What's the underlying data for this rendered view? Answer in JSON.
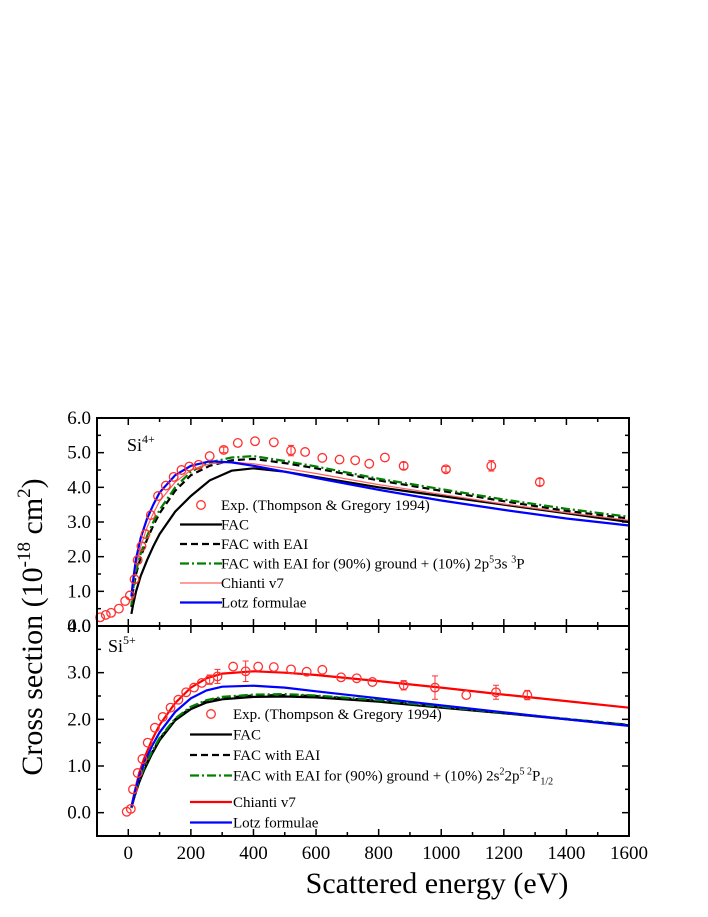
{
  "ylabel": {
    "main": "Cross section (10",
    "exp": "-18",
    "unit": " cm",
    "unit_exp": "2",
    "close": ")"
  },
  "xlabel": "Scattered energy (eV)",
  "chart_data": [
    {
      "type": "line",
      "ion_label": {
        "base": "Si",
        "charge": "4+"
      },
      "xlim": [
        -100,
        1600
      ],
      "ylim": [
        0,
        6
      ],
      "x_ticks": [
        0,
        200,
        400,
        600,
        800,
        1000,
        1200,
        1400,
        1600
      ],
      "y_ticks": [
        {
          "value": 0,
          "label": "0.0"
        },
        {
          "value": 1,
          "label": "1.0"
        },
        {
          "value": 2,
          "label": "2.0"
        },
        {
          "value": 3,
          "label": "3.0"
        },
        {
          "value": 4,
          "label": "4.0"
        },
        {
          "value": 5,
          "label": "5.0"
        },
        {
          "value": 6,
          "label": "6.0"
        }
      ],
      "experiment": {
        "label": "Exp. (Thompson & Gregory 1994)",
        "color": "#ff3030",
        "points": [
          {
            "x": -90,
            "y": 0.25
          },
          {
            "x": -72,
            "y": 0.32
          },
          {
            "x": -55,
            "y": 0.38
          },
          {
            "x": -30,
            "y": 0.5
          },
          {
            "x": -10,
            "y": 0.72
          },
          {
            "x": 5,
            "y": 0.88
          },
          {
            "x": 20,
            "y": 1.35
          },
          {
            "x": 30,
            "y": 1.9
          },
          {
            "x": 42,
            "y": 2.3
          },
          {
            "x": 55,
            "y": 2.65
          },
          {
            "x": 72,
            "y": 3.2
          },
          {
            "x": 95,
            "y": 3.75
          },
          {
            "x": 120,
            "y": 4.05
          },
          {
            "x": 145,
            "y": 4.3
          },
          {
            "x": 170,
            "y": 4.5
          },
          {
            "x": 195,
            "y": 4.6
          },
          {
            "x": 225,
            "y": 4.65
          },
          {
            "x": 260,
            "y": 4.9
          },
          {
            "x": 305,
            "y": 5.08,
            "err": 0.08
          },
          {
            "x": 350,
            "y": 5.28
          },
          {
            "x": 405,
            "y": 5.33
          },
          {
            "x": 465,
            "y": 5.3
          },
          {
            "x": 520,
            "y": 5.06,
            "err": 0.15
          },
          {
            "x": 565,
            "y": 5.02
          },
          {
            "x": 620,
            "y": 4.85
          },
          {
            "x": 675,
            "y": 4.8
          },
          {
            "x": 725,
            "y": 4.78
          },
          {
            "x": 770,
            "y": 4.68
          },
          {
            "x": 820,
            "y": 4.86
          },
          {
            "x": 880,
            "y": 4.62,
            "err": 0.1
          },
          {
            "x": 1015,
            "y": 4.52,
            "err": 0.08
          },
          {
            "x": 1160,
            "y": 4.62,
            "err": 0.15
          },
          {
            "x": 1315,
            "y": 4.15,
            "err": 0.1
          }
        ]
      },
      "series": [
        {
          "name": "FAC",
          "color": "#000000",
          "dash": "solid",
          "x": [
            10,
            15,
            25,
            40,
            60,
            80,
            100,
            150,
            200,
            260,
            330,
            400,
            500,
            600,
            800,
            1000,
            1200,
            1400,
            1600
          ],
          "y": [
            0.35,
            0.6,
            1.0,
            1.45,
            1.9,
            2.3,
            2.65,
            3.3,
            3.75,
            4.2,
            4.48,
            4.55,
            4.45,
            4.3,
            4.0,
            3.75,
            3.5,
            3.25,
            3.0
          ]
        },
        {
          "name": "FAC with EAI",
          "color": "#000000",
          "dash": "dashed",
          "x": [
            10,
            15,
            25,
            40,
            60,
            80,
            100,
            150,
            200,
            260,
            330,
            400,
            500,
            600,
            800,
            1000,
            1200,
            1400,
            1600
          ],
          "y": [
            0.55,
            1.0,
            1.5,
            2.0,
            2.5,
            2.9,
            3.25,
            3.9,
            4.35,
            4.62,
            4.78,
            4.82,
            4.7,
            4.55,
            4.2,
            3.9,
            3.6,
            3.32,
            3.1
          ]
        },
        {
          "name": "FAC with EAI for (90%) ground + (10%) 2p",
          "name_sup": "5",
          "name_mid": "3s ",
          "name_sup2": "3",
          "name_end": "P",
          "color": "#008000",
          "dash": "dashdot",
          "x": [
            10,
            15,
            25,
            40,
            60,
            80,
            100,
            150,
            200,
            260,
            330,
            400,
            500,
            600,
            800,
            1000,
            1200,
            1400,
            1600
          ],
          "y": [
            0.6,
            1.05,
            1.6,
            2.1,
            2.6,
            3.0,
            3.35,
            4.0,
            4.45,
            4.72,
            4.86,
            4.9,
            4.76,
            4.6,
            4.25,
            3.95,
            3.65,
            3.38,
            3.15
          ]
        },
        {
          "name": "Chianti v7",
          "color": "#ff6060",
          "dash": "thin",
          "x": [
            10,
            15,
            25,
            40,
            60,
            80,
            100,
            150,
            200,
            260,
            330,
            400,
            500,
            600,
            800,
            1000,
            1200,
            1400,
            1600
          ],
          "y": [
            0.72,
            1.15,
            1.75,
            2.3,
            2.85,
            3.25,
            3.6,
            4.15,
            4.5,
            4.68,
            4.73,
            4.68,
            4.55,
            4.4,
            4.08,
            3.8,
            3.52,
            3.27,
            3.05
          ]
        },
        {
          "name": "Lotz formulae",
          "color": "#0000ff",
          "dash": "solid",
          "x": [
            10,
            15,
            25,
            40,
            60,
            80,
            100,
            150,
            200,
            260,
            330,
            400,
            500,
            600,
            800,
            1000,
            1200,
            1400,
            1600
          ],
          "y": [
            0.85,
            1.3,
            1.95,
            2.55,
            3.1,
            3.5,
            3.85,
            4.35,
            4.62,
            4.75,
            4.72,
            4.62,
            4.45,
            4.27,
            3.93,
            3.62,
            3.35,
            3.1,
            2.9
          ]
        }
      ]
    },
    {
      "type": "line",
      "ion_label": {
        "base": "Si",
        "charge": "5+"
      },
      "xlim": [
        -100,
        1600
      ],
      "ylim": [
        -0.5,
        4
      ],
      "x_ticks": [
        0,
        200,
        400,
        600,
        800,
        1000,
        1200,
        1400,
        1600
      ],
      "x_tick_labels": [
        "0",
        "200",
        "400",
        "600",
        "800",
        "1000",
        "1200",
        "1400",
        "1600"
      ],
      "y_ticks": [
        {
          "value": 0,
          "label": "0.0"
        },
        {
          "value": 1,
          "label": "1.0"
        },
        {
          "value": 2,
          "label": "2.0"
        },
        {
          "value": 3,
          "label": "3.0"
        },
        {
          "value": 4,
          "label": "4.0"
        }
      ],
      "experiment": {
        "label": "Exp. (Thompson & Gregory 1994)",
        "color": "#ff3030",
        "points": [
          {
            "x": -5,
            "y": 0.02
          },
          {
            "x": 8,
            "y": 0.08
          },
          {
            "x": 15,
            "y": 0.5
          },
          {
            "x": 30,
            "y": 0.85
          },
          {
            "x": 45,
            "y": 1.15
          },
          {
            "x": 62,
            "y": 1.5
          },
          {
            "x": 85,
            "y": 1.82
          },
          {
            "x": 110,
            "y": 2.05
          },
          {
            "x": 135,
            "y": 2.25
          },
          {
            "x": 160,
            "y": 2.42
          },
          {
            "x": 185,
            "y": 2.58
          },
          {
            "x": 210,
            "y": 2.68
          },
          {
            "x": 235,
            "y": 2.78
          },
          {
            "x": 260,
            "y": 2.85,
            "err": 0.1
          },
          {
            "x": 285,
            "y": 2.92,
            "err": 0.15
          },
          {
            "x": 335,
            "y": 3.13
          },
          {
            "x": 375,
            "y": 3.03,
            "err": 0.22
          },
          {
            "x": 415,
            "y": 3.13
          },
          {
            "x": 465,
            "y": 3.12
          },
          {
            "x": 520,
            "y": 3.07
          },
          {
            "x": 570,
            "y": 3.02
          },
          {
            "x": 620,
            "y": 3.06
          },
          {
            "x": 680,
            "y": 2.9
          },
          {
            "x": 730,
            "y": 2.88
          },
          {
            "x": 780,
            "y": 2.8
          },
          {
            "x": 880,
            "y": 2.73,
            "err": 0.1
          },
          {
            "x": 980,
            "y": 2.68,
            "err": 0.25
          },
          {
            "x": 1080,
            "y": 2.52
          },
          {
            "x": 1175,
            "y": 2.58,
            "err": 0.15
          },
          {
            "x": 1275,
            "y": 2.52,
            "err": 0.1
          }
        ]
      },
      "series": [
        {
          "name": "FAC",
          "color": "#000000",
          "dash": "solid",
          "x": [
            10,
            20,
            35,
            50,
            75,
            100,
            150,
            200,
            250,
            300,
            400,
            500,
            600,
            800,
            1000,
            1200,
            1400,
            1600
          ],
          "y": [
            0.1,
            0.35,
            0.65,
            0.9,
            1.25,
            1.55,
            1.98,
            2.22,
            2.36,
            2.43,
            2.48,
            2.49,
            2.47,
            2.38,
            2.25,
            2.13,
            2.0,
            1.87
          ]
        },
        {
          "name": "FAC with EAI",
          "color": "#000000",
          "dash": "dashed",
          "x": [
            10,
            20,
            35,
            50,
            75,
            100,
            150,
            200,
            250,
            300,
            400,
            500,
            600,
            800,
            1000,
            1200,
            1400,
            1600
          ],
          "y": [
            0.1,
            0.37,
            0.68,
            0.93,
            1.28,
            1.58,
            2.0,
            2.25,
            2.39,
            2.46,
            2.51,
            2.52,
            2.5,
            2.4,
            2.27,
            2.14,
            2.01,
            1.88
          ]
        },
        {
          "name": "FAC with EAI for (90%) ground + (10%) 2s",
          "name_sup": "2",
          "name_mid": "2p",
          "name_sup2": "5 2",
          "name_end": "P",
          "name_sub": "1/2",
          "color": "#008000",
          "dash": "dashdot",
          "x": [
            10,
            20,
            35,
            50,
            75,
            100,
            150,
            200,
            250,
            300,
            400,
            500,
            600,
            800,
            1000,
            1200,
            1400,
            1600
          ],
          "y": [
            0.1,
            0.38,
            0.7,
            0.95,
            1.3,
            1.6,
            2.02,
            2.27,
            2.41,
            2.48,
            2.53,
            2.54,
            2.51,
            2.41,
            2.27,
            2.14,
            2.01,
            1.88
          ]
        },
        {
          "name": "Chianti v7",
          "color": "#ff0000",
          "dash": "solid",
          "x": [
            10,
            20,
            35,
            50,
            75,
            100,
            150,
            200,
            250,
            300,
            400,
            500,
            600,
            800,
            1000,
            1200,
            1400,
            1600
          ],
          "y": [
            0.12,
            0.45,
            0.85,
            1.15,
            1.55,
            1.88,
            2.35,
            2.68,
            2.88,
            2.98,
            3.03,
            3.0,
            2.95,
            2.82,
            2.68,
            2.53,
            2.39,
            2.25
          ]
        },
        {
          "name": "Lotz formulae",
          "color": "#0000ff",
          "dash": "solid",
          "x": [
            10,
            20,
            35,
            50,
            75,
            100,
            150,
            200,
            250,
            300,
            400,
            500,
            600,
            800,
            1000,
            1200,
            1400,
            1600
          ],
          "y": [
            0.12,
            0.42,
            0.78,
            1.05,
            1.42,
            1.72,
            2.16,
            2.45,
            2.62,
            2.7,
            2.72,
            2.68,
            2.6,
            2.45,
            2.3,
            2.15,
            2.0,
            1.86
          ]
        }
      ]
    }
  ]
}
